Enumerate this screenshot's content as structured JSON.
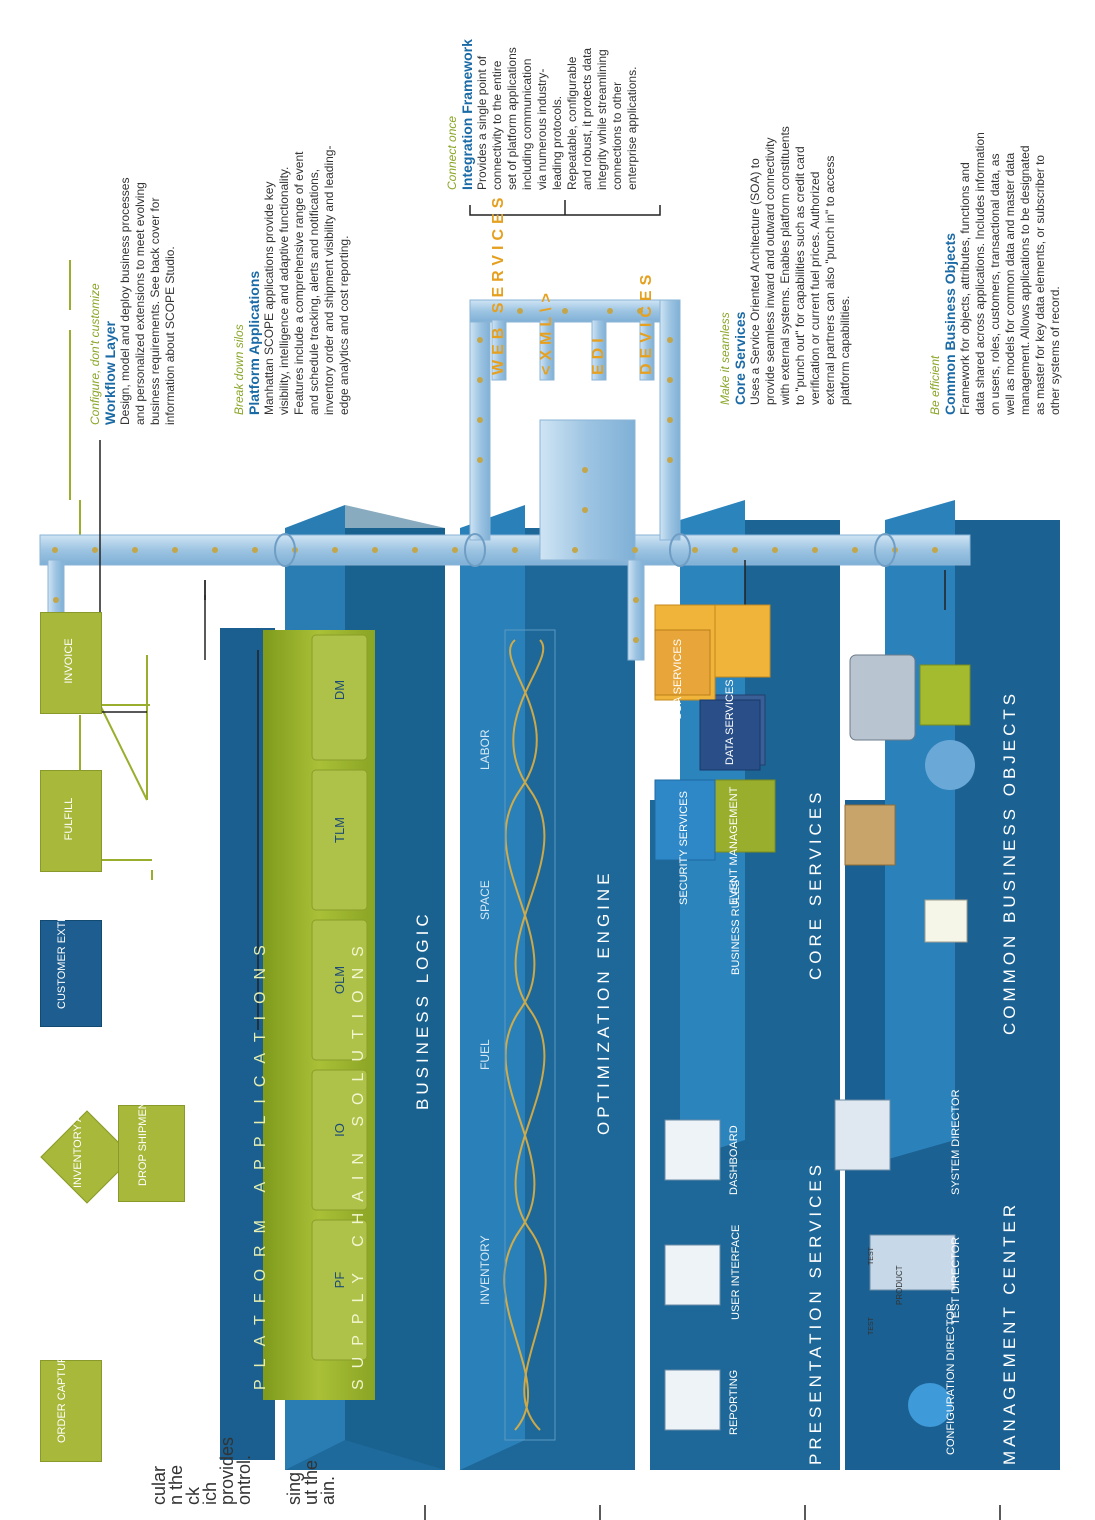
{
  "partial_text": {
    "line1": "cular",
    "line2": "n the",
    "line3": "ck",
    "line4": "ich",
    "line5": "provides",
    "line6": "ontrol.",
    "line7": "sing",
    "line8": "ut the",
    "line9": "ain."
  },
  "workflow": {
    "order_capture": "ORDER CAPTURE",
    "inventory_available": "INVENTORY AVAILABLE",
    "drop_shipment": "DROP SHIPMENT",
    "customer_extension": "CUSTOMER EXTENSION",
    "fulfill": "FULFILL",
    "invoice": "INVOICE"
  },
  "platform": {
    "header": "PLATFORM APPLICATIONS",
    "subheader": "SUPPLY CHAIN SOLUTIONS",
    "apps": [
      "PF",
      "IO",
      "OLM",
      "TLM",
      "DM"
    ]
  },
  "layers": {
    "business_logic": "BUSINESS LOGIC",
    "optimization_engine": "OPTIMIZATION ENGINE",
    "presentation_services": "PRESENTATION SERVICES",
    "core_services": "CORE SERVICES",
    "management_center": "MANAGEMENT CENTER",
    "common_business_objects": "COMMON BUSINESS OBJECTS"
  },
  "optimization_labels": [
    "INVENTORY",
    "FUEL",
    "SPACE",
    "LABOR"
  ],
  "presentation_items": [
    "REPORTING",
    "USER INTERFACE",
    "DASHBOARD"
  ],
  "core_items": {
    "business_rules": "BUSINESS RULES",
    "security_services": "SECURITY SERVICES",
    "event_management": "EVENT MANAGEMENT",
    "soa_services": "SOA SERVICES",
    "data_services": "DATA SERVICES"
  },
  "management_items": {
    "configuration_director": "CONFIGURATION DIRECTOR",
    "test_director": "TEST DIRECTOR",
    "system_director": "SYSTEM DIRECTOR",
    "test_tag": "TEST",
    "product_tag": "PRODUCT"
  },
  "integration": {
    "items": [
      "WEB SERVICES",
      "<XML\\>",
      "EDI",
      "DEVICES"
    ]
  },
  "annotations": {
    "workflow": {
      "tag": "Configure, don't customize",
      "title": "Workflow Layer",
      "lines": [
        "Design, model and deploy business processes",
        "and personalized extensions to meet evolving",
        "business requirements. See back cover for",
        "information about SCOPE Studio."
      ]
    },
    "platform": {
      "tag": "Break down silos",
      "title": "Platform Applications",
      "lines": [
        "Manhattan SCOPE applications provide key",
        "visibility, intelligence and adaptive functionality.",
        "Features include a comprehensive range of event",
        "and schedule tracking, alerts and notifications,",
        "inventory order and shipment visibility and leading-",
        "edge analytics and cost reporting."
      ]
    },
    "integration": {
      "tag": "Connect once",
      "title": "Integration Framework",
      "lines": [
        "Provides a single point of",
        "connectivity to the entire",
        "set of platform applications",
        "including communication",
        "via numerous industry-",
        "leading protocols.",
        "Repeatable, configurable",
        "and robust, it protects data",
        "integrity while streamlining",
        "connections to other",
        "enterprise applications."
      ]
    },
    "core": {
      "tag": "Make it seamless",
      "title": "Core Services",
      "lines": [
        "Uses a Service Oriented Architecture (SOA) to",
        "provide seamless inward and outward connectivity",
        "with external systems. Enables platform constituents",
        "to \"punch out\" for capabilities such as credit card",
        "verification or current fuel prices. Authorized",
        "external partners can also \"punch in\" to access",
        "platform capabilities."
      ]
    },
    "cbo": {
      "tag": "Be efficient",
      "title": "Common Business Objects",
      "lines": [
        "Framework for objects, attributes, functions and",
        "data shared across applications. Includes information",
        "on users, roles, customers, transactional data, as",
        "well as models for common data and master data",
        "management. Allows applications to be designated",
        "as master for key data elements, or subscriber to",
        "other systems of record."
      ]
    }
  }
}
